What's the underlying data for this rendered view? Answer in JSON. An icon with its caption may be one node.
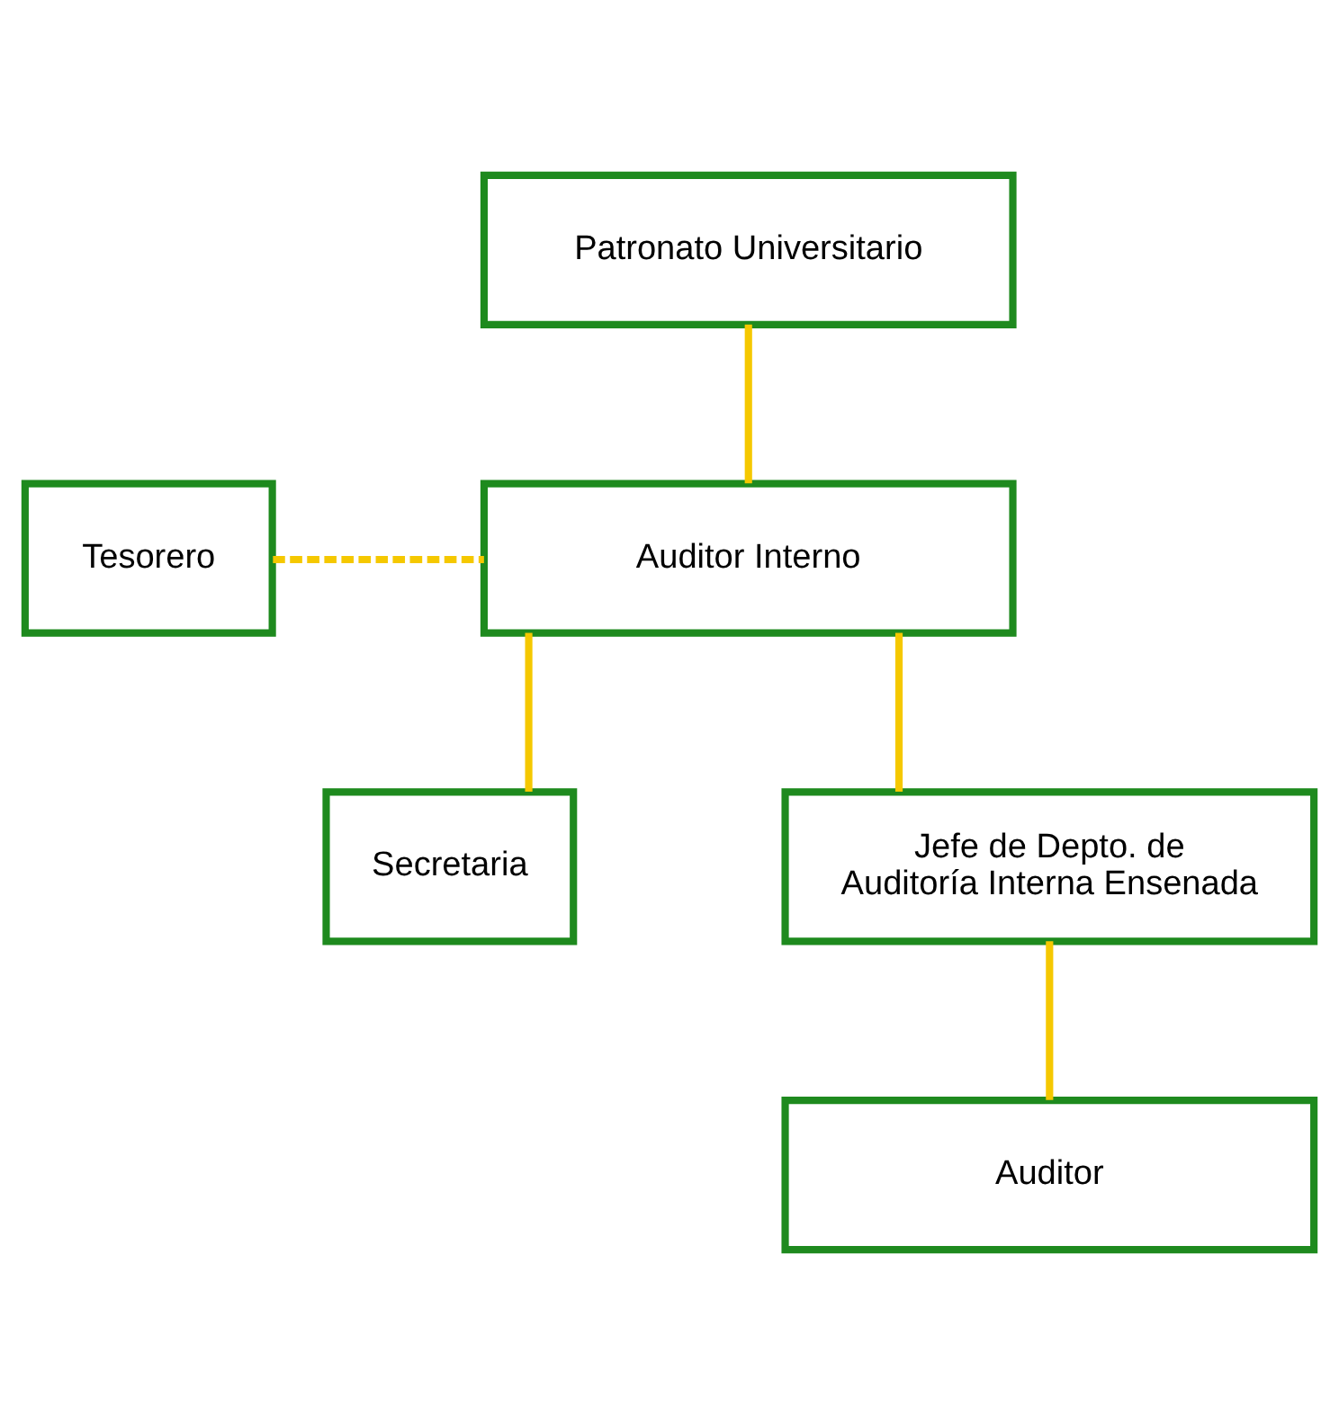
{
  "diagram": {
    "nodes": [
      {
        "text": [
          "Patronato Universitario"
        ]
      },
      {
        "text": [
          "Tesorero"
        ]
      },
      {
        "text": [
          "Auditor Interno"
        ]
      },
      {
        "text": [
          "Secretaria"
        ]
      },
      {
        "text": [
          "Jefe de Depto. de Auditoría Interna Ensenada"
        ]
      },
      {
        "text": [
          "Auditor"
        ]
      }
    ],
    "edges": [
      {
        "from": 0,
        "to": 2,
        "arrow": "none"
      },
      {
        "from": 1,
        "to": 2,
        "arrow": "none",
        "style": "dashed"
      },
      {
        "from": 2,
        "to": 3,
        "arrow": "none"
      },
      {
        "from": 2,
        "to": 4,
        "arrow": "none"
      },
      {
        "from": 4,
        "to": 5,
        "arrow": "none"
      }
    ]
  }
}
